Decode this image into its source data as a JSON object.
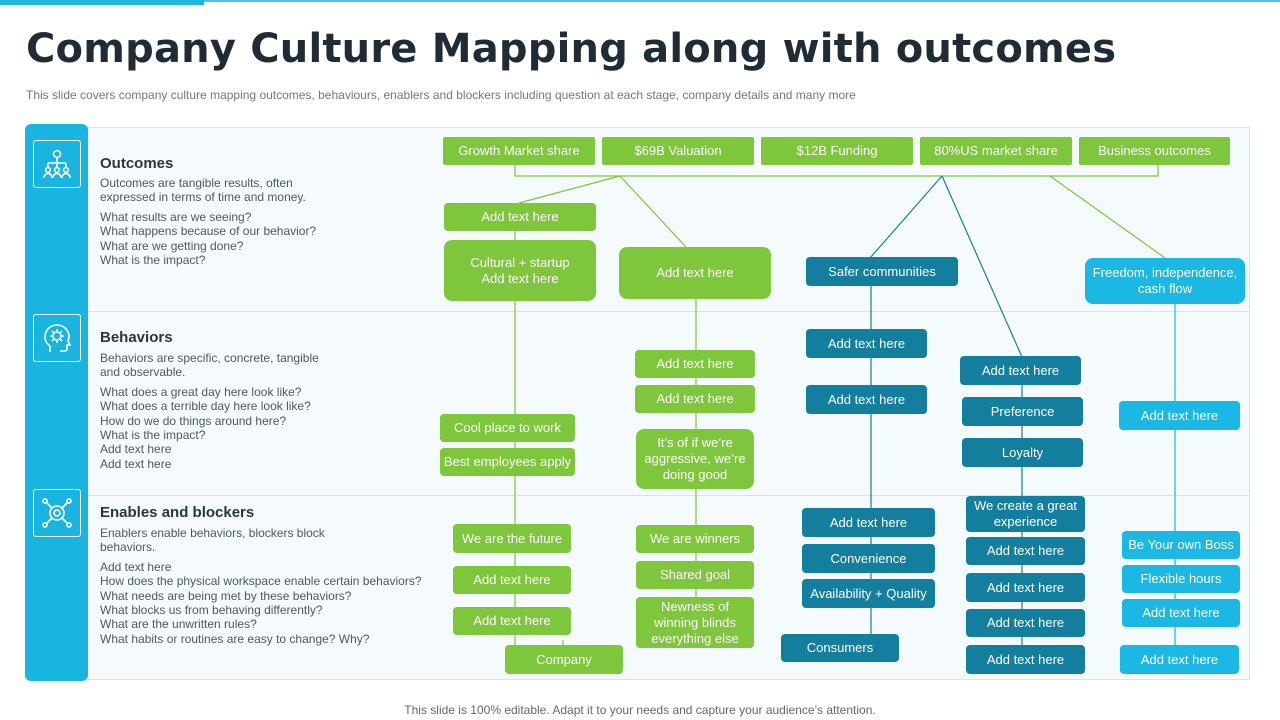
{
  "header": {
    "title": "Company Culture Mapping along with outcomes",
    "subtitle": "This slide covers company culture mapping outcomes, behaviours,  enablers and blockers including question at each stage, company details and many more"
  },
  "sections": {
    "outcomes": {
      "icon": "org-chart-icon",
      "heading": "Outcomes",
      "description": [
        "Outcomes are tangible results, often",
        "expressed in terms of time and money."
      ],
      "questions": [
        "What results are we seeing?",
        "What happens because of our behavior?",
        "What are we getting done?",
        "What is the impact?"
      ]
    },
    "behaviors": {
      "icon": "head-gear-icon",
      "heading": "Behaviors",
      "description": [
        "Behaviors are specific, concrete, tangible",
        "and observable."
      ],
      "questions": [
        "What does a great day here look like?",
        "What does a terrible day here look like?",
        "How do we do things around here?",
        "What is the impact?",
        "Add text here",
        "Add text here"
      ]
    },
    "enablers": {
      "icon": "network-target-icon",
      "heading": "Enables and blockers",
      "description": [
        "Enablers enable behaviors, blockers block",
        "behaviors."
      ],
      "questions": [
        "Add text here",
        "How does the physical workspace enable certain behaviors?",
        "What needs are being met by these behaviors?",
        "What blocks us from behaving differently?",
        "What are the unwritten rules?",
        "What habits or routines are easy to change? Why?"
      ]
    }
  },
  "header_boxes": [
    "Growth Market share",
    "$69B Valuation",
    "$12B Funding",
    "80%US market share",
    "Business outcomes"
  ],
  "col1": {
    "outcomes": [
      "Add text here",
      "Cultural + startup\nAdd text here"
    ],
    "behaviors": [
      "Cool place to work",
      "Best employees apply"
    ],
    "enablers": [
      "We are the future",
      "Add text here",
      "Add text here",
      "Company"
    ]
  },
  "col2": {
    "outcomes": [
      "Add text here"
    ],
    "behaviors": [
      "Add text here",
      "Add text here",
      "It’s of if we’re\naggressive, we’re\ndoing good"
    ],
    "enablers": [
      "We are winners",
      "Shared goal",
      "Newness of\nwinning blinds\neverything else"
    ]
  },
  "col3": {
    "outcomes": [
      "Safer communities"
    ],
    "behaviors": [
      "Add text here",
      "Add text here"
    ],
    "enablers": [
      "Add text here",
      "Convenience",
      "Availability + Quality",
      "Consumers"
    ]
  },
  "col4": {
    "behaviors": [
      "Add text here",
      "Preference",
      "Loyalty"
    ],
    "enablers": [
      "We create a great\nexperience",
      "Add text here",
      "Add text here",
      "Add text here",
      "Add text here"
    ]
  },
  "col5": {
    "outcomes": [
      "Freedom, independence,\ncash flow"
    ],
    "behaviors": [
      "Add text here"
    ],
    "enablers": [
      "Be Your own Boss",
      "Flexible hours",
      "Add text here",
      "Add text here"
    ]
  },
  "colors": {
    "green": "#7ec63b",
    "teal": "#137e9e",
    "blue": "#1ab8e2",
    "sidebar": "#1ab4e0"
  },
  "footer": "This slide is 100% editable. Adapt it to your needs and capture your audience’s attention."
}
